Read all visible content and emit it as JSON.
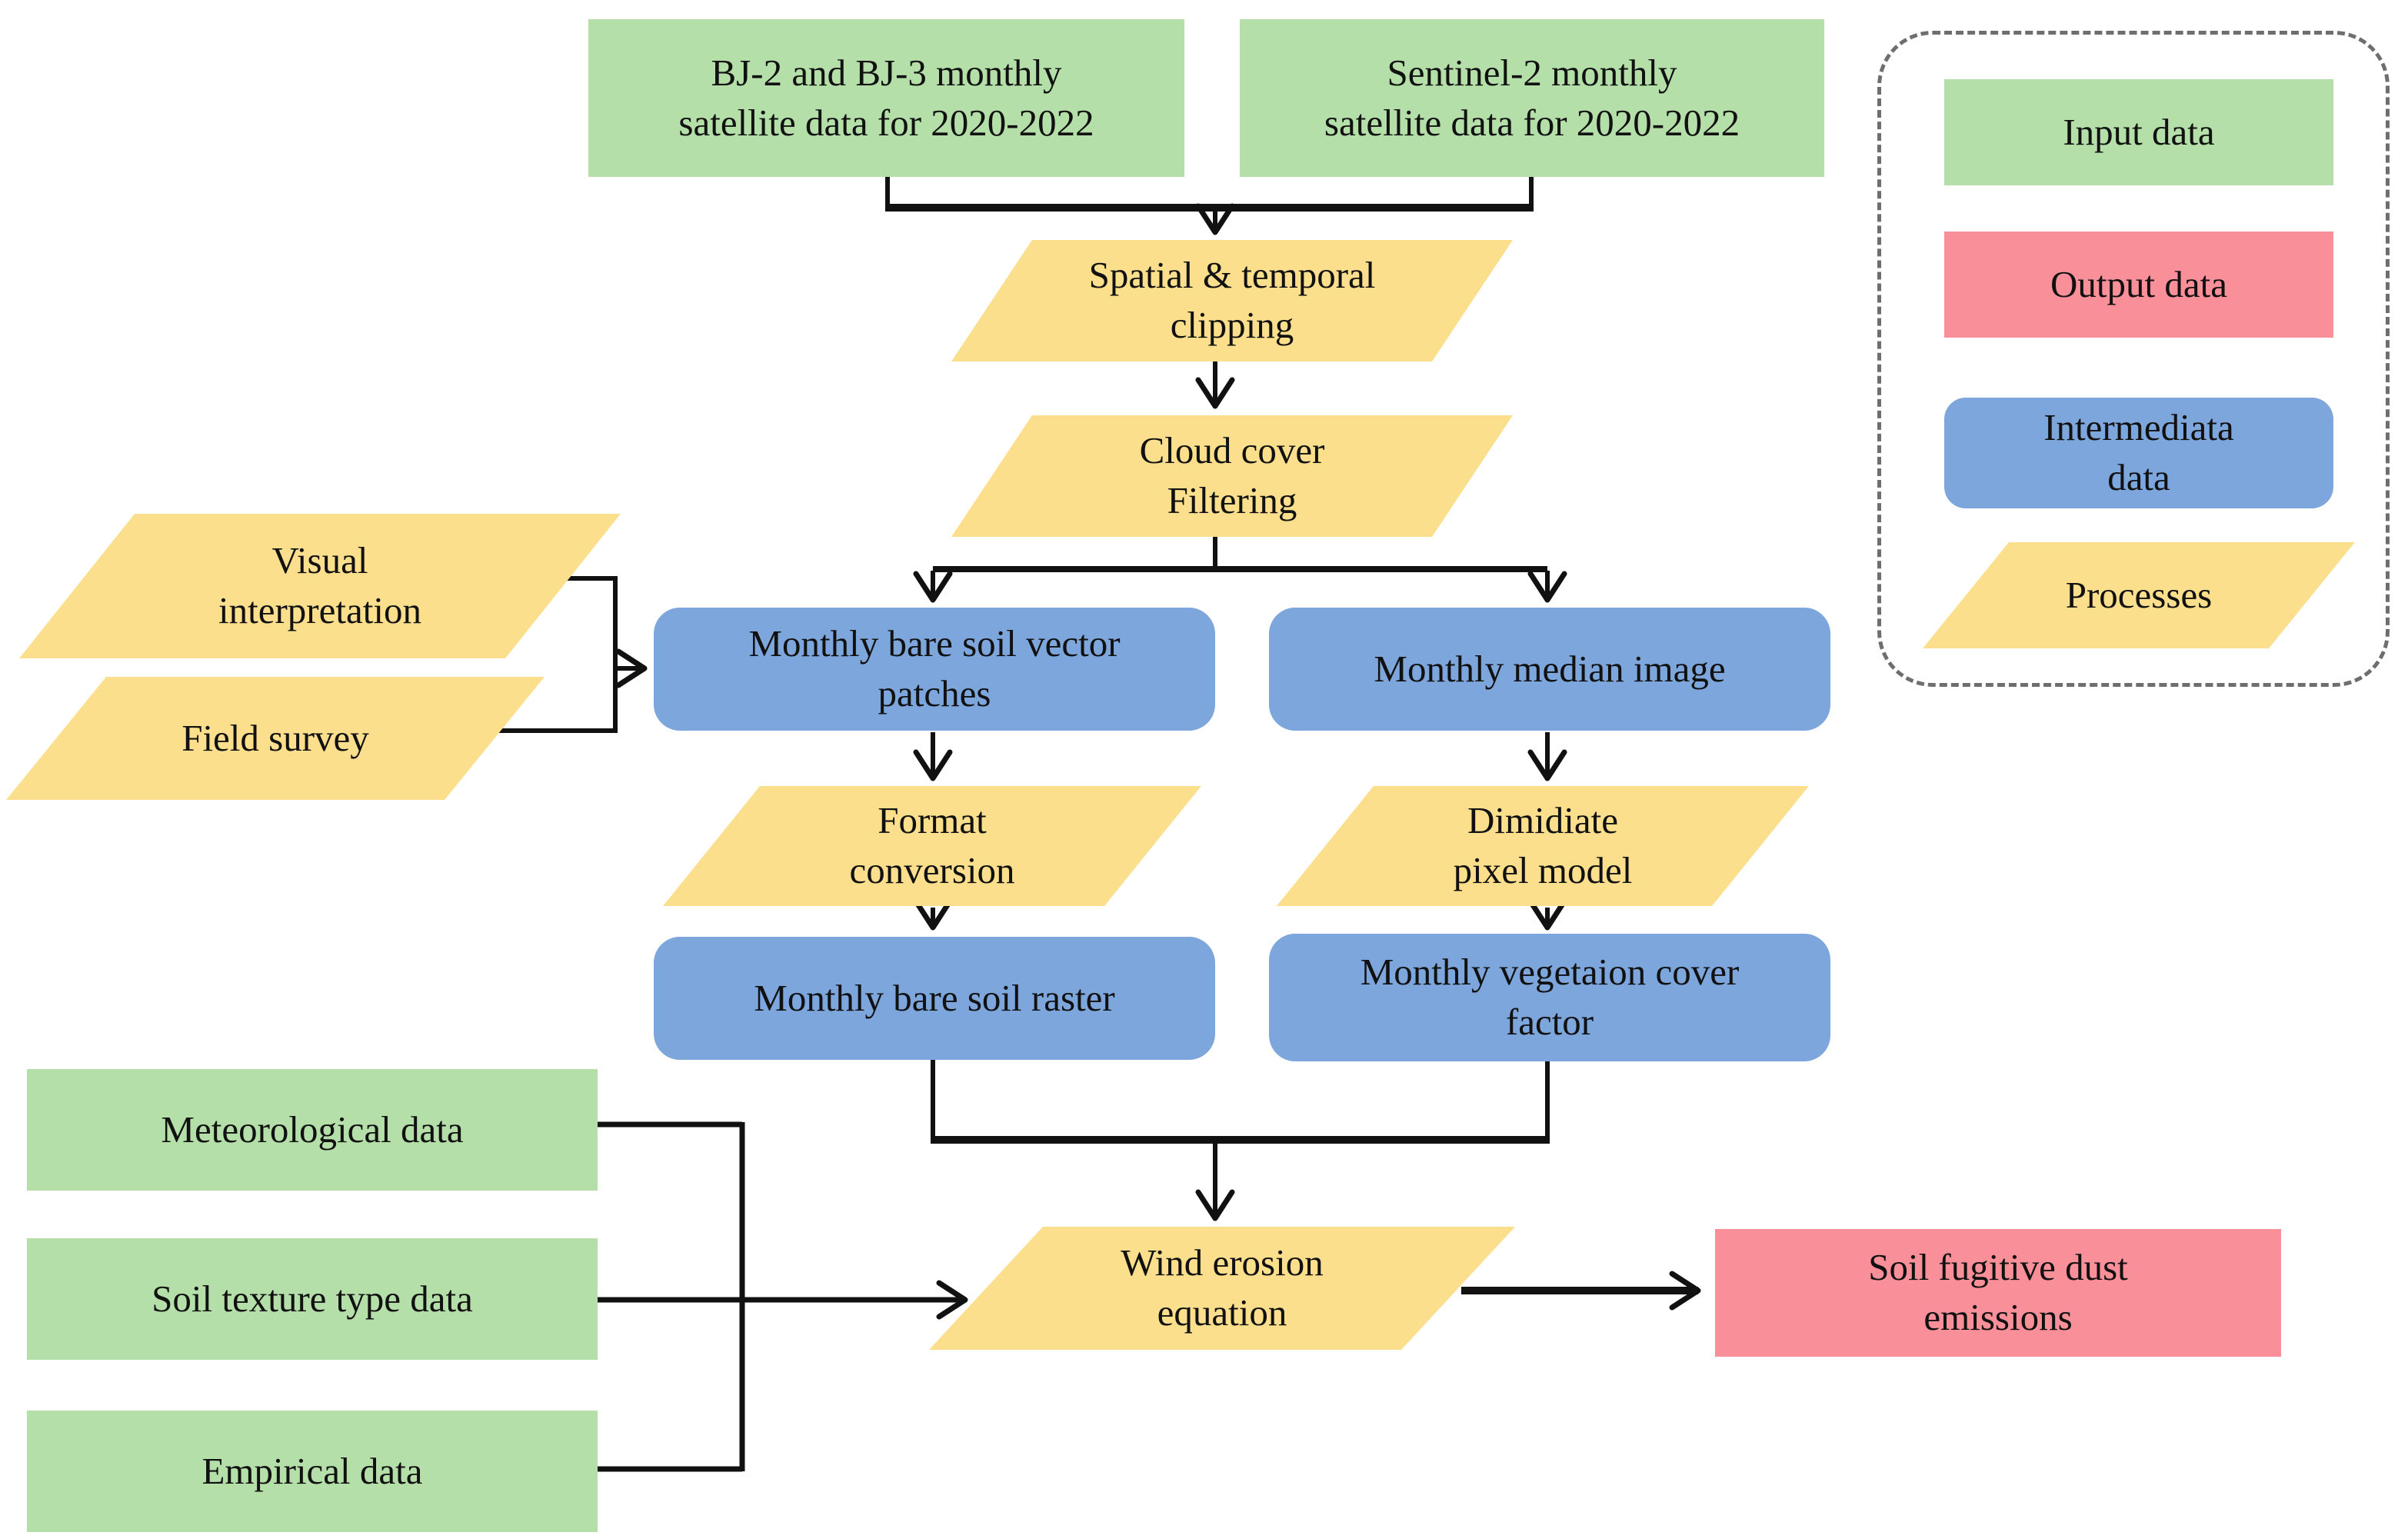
{
  "diagram": {
    "title_semantic": "Soil fugitive dust emissions estimation flowchart",
    "colors": {
      "input_data": "#b5dfa8",
      "output_data": "#f98f99",
      "intermediate_data": "#7da6dc",
      "process": "#fbdf8d",
      "connector_line": "#111111",
      "legend_border": "#6e6e6e",
      "background": "#ffffff",
      "text": "#111111"
    },
    "nodes": {
      "bj_satellite": {
        "label": "BJ-2 and BJ-3 monthly\nsatellite data for 2020-2022",
        "type": "input"
      },
      "sentinel_satellite": {
        "label": "Sentinel-2 monthly\nsatellite data for 2020-2022",
        "type": "input"
      },
      "spatial_clipping": {
        "label": "Spatial & temporal\nclipping",
        "type": "process"
      },
      "cloud_filtering": {
        "label": "Cloud cover\nFiltering",
        "type": "process"
      },
      "visual_interpretation": {
        "label": "Visual\ninterpretation",
        "type": "process"
      },
      "field_survey": {
        "label": "Field survey",
        "type": "process"
      },
      "bare_soil_vector": {
        "label": "Monthly bare soil vector\npatches",
        "type": "intermediate"
      },
      "median_image": {
        "label": "Monthly median image",
        "type": "intermediate"
      },
      "format_conversion": {
        "label": "Format\nconversion",
        "type": "process"
      },
      "dimidiate_model": {
        "label": "Dimidiate\npixel model",
        "type": "process"
      },
      "bare_soil_raster": {
        "label": "Monthly bare soil raster",
        "type": "intermediate"
      },
      "vegetation_cover": {
        "label": "Monthly vegetaion cover\nfactor",
        "type": "intermediate"
      },
      "meteorological": {
        "label": "Meteorological data",
        "type": "input"
      },
      "soil_texture": {
        "label": "Soil texture type data",
        "type": "input"
      },
      "empirical": {
        "label": "Empirical data",
        "type": "input"
      },
      "wind_erosion": {
        "label": "Wind erosion\nequation",
        "type": "process"
      },
      "dust_emissions": {
        "label": "Soil fugitive dust\nemissions",
        "type": "output"
      }
    },
    "legend": {
      "input_label": "Input data",
      "output_label": "Output data",
      "intermediate_label": "Intermediata\ndata",
      "process_label": "Processes"
    }
  }
}
